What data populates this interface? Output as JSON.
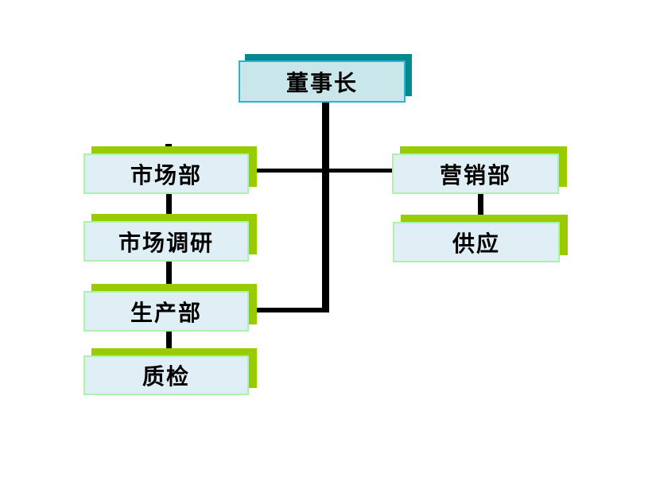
{
  "diagram": {
    "type": "org-chart",
    "nodes": [
      {
        "id": "chairman",
        "label": "董事长"
      },
      {
        "id": "marketing",
        "label": "市场部"
      },
      {
        "id": "market-research",
        "label": "市场调研"
      },
      {
        "id": "production",
        "label": "生产部"
      },
      {
        "id": "quality",
        "label": "质检"
      },
      {
        "id": "sales",
        "label": "营销部"
      },
      {
        "id": "supply",
        "label": "供应"
      }
    ],
    "edges": [
      {
        "from": "chairman",
        "to": "marketing"
      },
      {
        "from": "chairman",
        "to": "sales"
      },
      {
        "from": "chairman",
        "to": "production"
      },
      {
        "from": "marketing",
        "to": "market-research"
      },
      {
        "from": "market-research",
        "to": "production"
      },
      {
        "from": "production",
        "to": "quality"
      },
      {
        "from": "sales",
        "to": "supply"
      }
    ],
    "colors": {
      "background": "#ffffff",
      "connector": "#000000",
      "chairman_fill": "#c9e6ea",
      "chairman_border": "#2bb5c8",
      "chairman_shadow": "#008a8f",
      "dept_fill": "#e0eff5",
      "dept_border": "#abf3ab",
      "dept_shadow": "#99cc00"
    }
  }
}
